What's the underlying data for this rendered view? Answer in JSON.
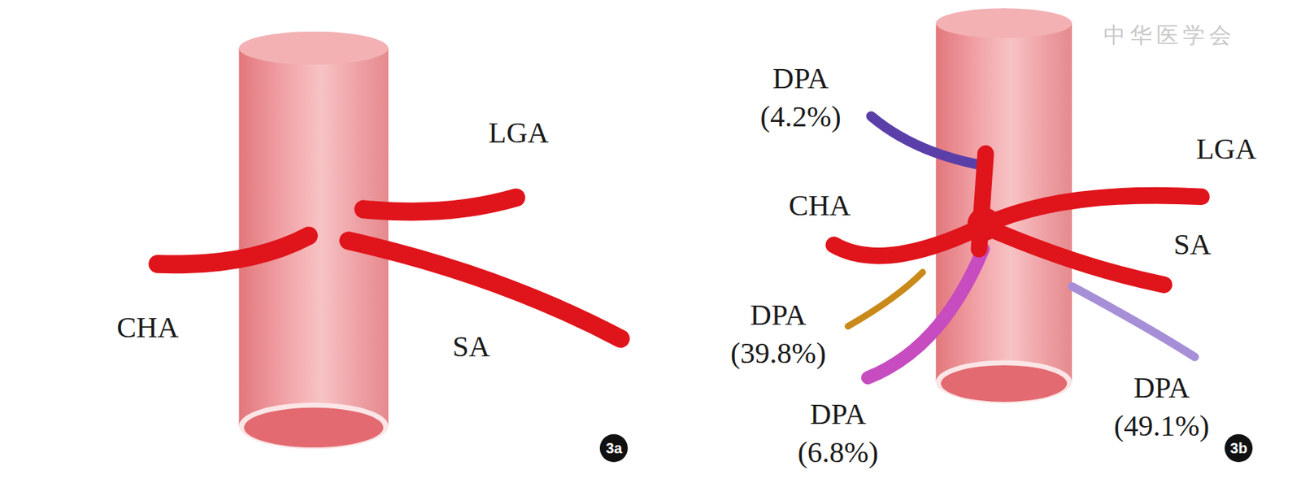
{
  "diagram": {
    "labels": [
      "LGA",
      "CHA",
      "SA",
      "3a",
      "中华医学会",
      "DPA (4.2%)",
      "LGA",
      "CHA",
      "SA",
      "DPA (39.8%)",
      "DPA (6.8%)",
      "DPA (49.1%)",
      "3b"
    ]
  }
}
